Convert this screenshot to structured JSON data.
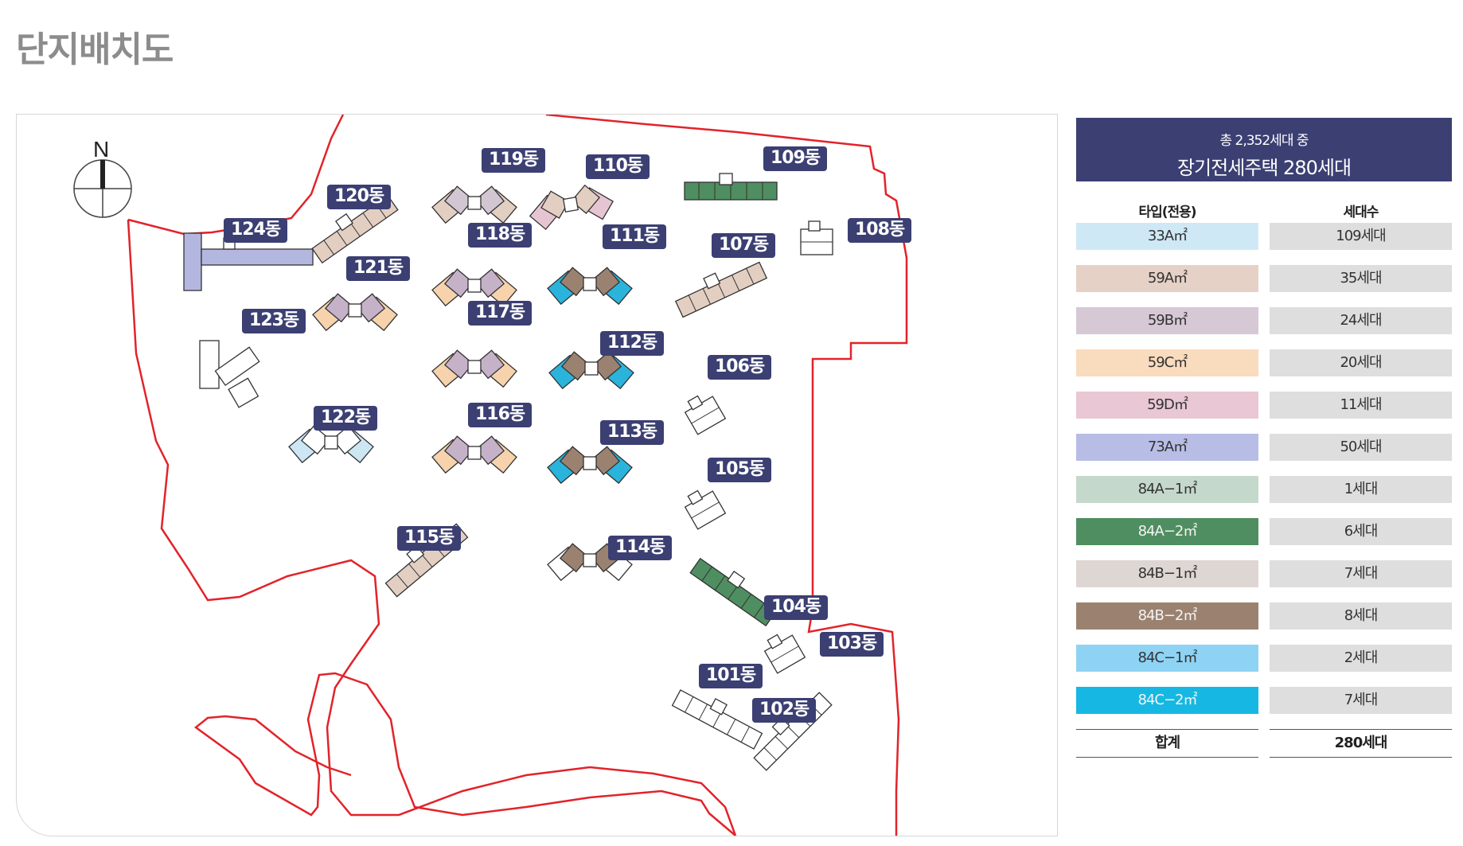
{
  "page": {
    "title": "단지배치도"
  },
  "map": {
    "compass_label": "N",
    "boundary_color": "#e2232a",
    "buildings": [
      {
        "id": "119",
        "label": "119동",
        "colors": [
          "#e3cfc2",
          "#d3c6d3"
        ]
      },
      {
        "id": "110",
        "label": "110동",
        "colors": [
          "#e6c5d2",
          "#e3cfc2"
        ]
      },
      {
        "id": "109",
        "label": "109동",
        "colors": [
          "#4f8e60",
          "#4f8e60"
        ]
      },
      {
        "id": "120",
        "label": "120동",
        "colors": [
          "#e3cfc2",
          "#ddd6d2"
        ]
      },
      {
        "id": "124",
        "label": "124동",
        "colors": [
          "#b3b7e0",
          "#b3b7e0"
        ]
      },
      {
        "id": "118",
        "label": "118동",
        "colors": [
          "#f6d3ad",
          "#c5b2c8"
        ]
      },
      {
        "id": "111",
        "label": "111동",
        "colors": [
          "#2ab4dc",
          "#9b8270"
        ]
      },
      {
        "id": "107",
        "label": "107동",
        "colors": [
          "#e3cfc2",
          "#ddd6d2"
        ]
      },
      {
        "id": "108",
        "label": "108동",
        "colors": [
          "#ffffff",
          "#ffffff"
        ]
      },
      {
        "id": "121",
        "label": "121동",
        "colors": [
          "#f6d3ad",
          "#c5b2c8"
        ]
      },
      {
        "id": "117",
        "label": "117동",
        "colors": [
          "#f6d3ad",
          "#c5b2c8"
        ]
      },
      {
        "id": "112",
        "label": "112동",
        "colors": [
          "#2ab4dc",
          "#9b8270"
        ]
      },
      {
        "id": "123",
        "label": "123동",
        "colors": [
          "#ffffff",
          "#ffffff"
        ]
      },
      {
        "id": "106",
        "label": "106동",
        "colors": [
          "#ffffff",
          "#ffffff"
        ]
      },
      {
        "id": "122",
        "label": "122동",
        "colors": [
          "#cde6f3",
          "#ffffff"
        ]
      },
      {
        "id": "116",
        "label": "116동",
        "colors": [
          "#f6d3ad",
          "#c5b2c8"
        ]
      },
      {
        "id": "113",
        "label": "113동",
        "colors": [
          "#2ab4dc",
          "#9b8270"
        ]
      },
      {
        "id": "105",
        "label": "105동",
        "colors": [
          "#ffffff",
          "#ffffff"
        ]
      },
      {
        "id": "115",
        "label": "115동",
        "colors": [
          "#e3cfc2",
          "#ddd6d2"
        ]
      },
      {
        "id": "114",
        "label": "114동",
        "colors": [
          "#ffffff",
          "#9b8270"
        ]
      },
      {
        "id": "104",
        "label": "104동",
        "colors": [
          "#4f8e60",
          "#ffffff"
        ]
      },
      {
        "id": "103",
        "label": "103동",
        "colors": [
          "#ffffff",
          "#ffffff"
        ]
      },
      {
        "id": "101",
        "label": "101동",
        "colors": [
          "#ffffff",
          "#ffffff"
        ]
      },
      {
        "id": "102",
        "label": "102동",
        "colors": [
          "#ffffff",
          "#e6c5d2"
        ]
      }
    ]
  },
  "legend": {
    "header_line1": "총 2,352세대 중",
    "header_line2": "장기전세주택 280세대",
    "col_type": "타입(전용)",
    "col_units": "세대수",
    "rows": [
      {
        "type": "33A㎡",
        "units": "109세대",
        "color": "#cfe8f6"
      },
      {
        "type": "59A㎡",
        "units": "35세대",
        "color": "#e6d1c6"
      },
      {
        "type": "59B㎡",
        "units": "24세대",
        "color": "#d6c8d5"
      },
      {
        "type": "59C㎡",
        "units": "20세대",
        "color": "#f9dbbd"
      },
      {
        "type": "59D㎡",
        "units": "11세대",
        "color": "#e9c7d4"
      },
      {
        "type": "73A㎡",
        "units": "50세대",
        "color": "#b8bde6"
      },
      {
        "type": "84A−1㎡",
        "units": "1세대",
        "color": "#c5d8cc"
      },
      {
        "type": "84A−2㎡",
        "units": "6세대",
        "color": "#4f8e60"
      },
      {
        "type": "84B−1㎡",
        "units": "7세대",
        "color": "#ddd6d2"
      },
      {
        "type": "84B−2㎡",
        "units": "8세대",
        "color": "#9b8270"
      },
      {
        "type": "84C−1㎡",
        "units": "2세대",
        "color": "#8fd3f4"
      },
      {
        "type": "84C−2㎡",
        "units": "7세대",
        "color": "#16b8e3"
      }
    ],
    "unit_cell_color": "#dedede",
    "total_label": "합계",
    "total_units": "280세대"
  }
}
